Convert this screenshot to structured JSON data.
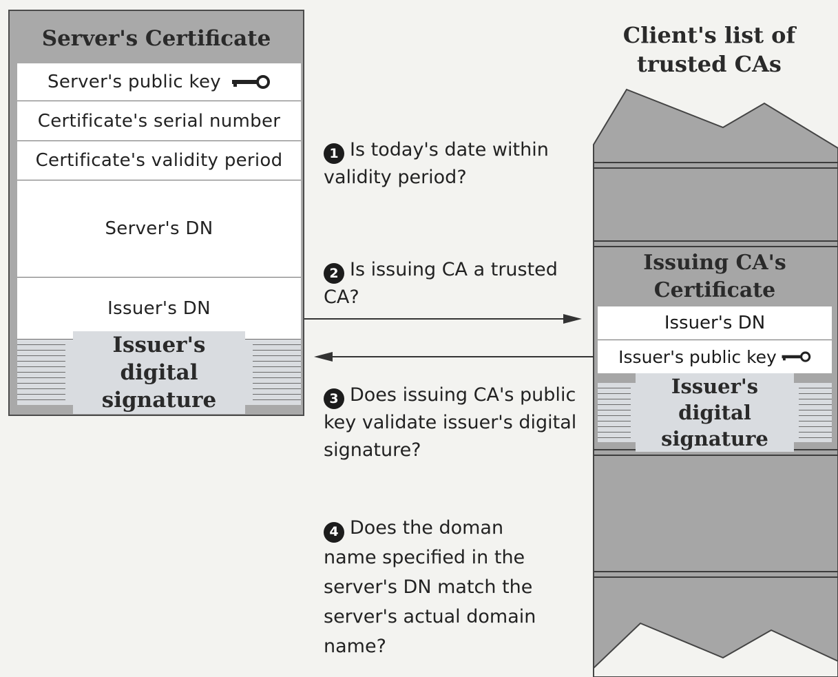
{
  "server_certificate": {
    "title": "Server's Certificate",
    "fields": [
      "Server's public key",
      "Certificate's serial number",
      "Certificate's validity period",
      "Server's DN",
      "Issuer's DN"
    ],
    "signature": "Issuer's digital signature"
  },
  "client_list": {
    "title": "Client's list of trusted CAs",
    "ca_certificate": {
      "title": "Issuing CA's Certificate",
      "issuer_dn": "Issuer's DN",
      "public_key": "Issuer's public key",
      "signature": "Issuer's digital signature"
    }
  },
  "steps": [
    {
      "number": "1",
      "text": "Is today's date within validity period?"
    },
    {
      "number": "2",
      "text": "Is issuing CA a trusted CA?"
    },
    {
      "number": "3",
      "text": "Does issuing CA's public key validate issuer's digital signature?"
    },
    {
      "number": "4",
      "text": "Does the doman name specified in the server's DN match the server's actual domain name?"
    }
  ],
  "colors": {
    "background": "#f3f3f0",
    "box_gray": "#a9a9a9",
    "field_white": "#ffffff",
    "signature_fill": "#d9dce0",
    "badge": "#1c1c1c"
  },
  "icons": [
    "key-icon"
  ]
}
